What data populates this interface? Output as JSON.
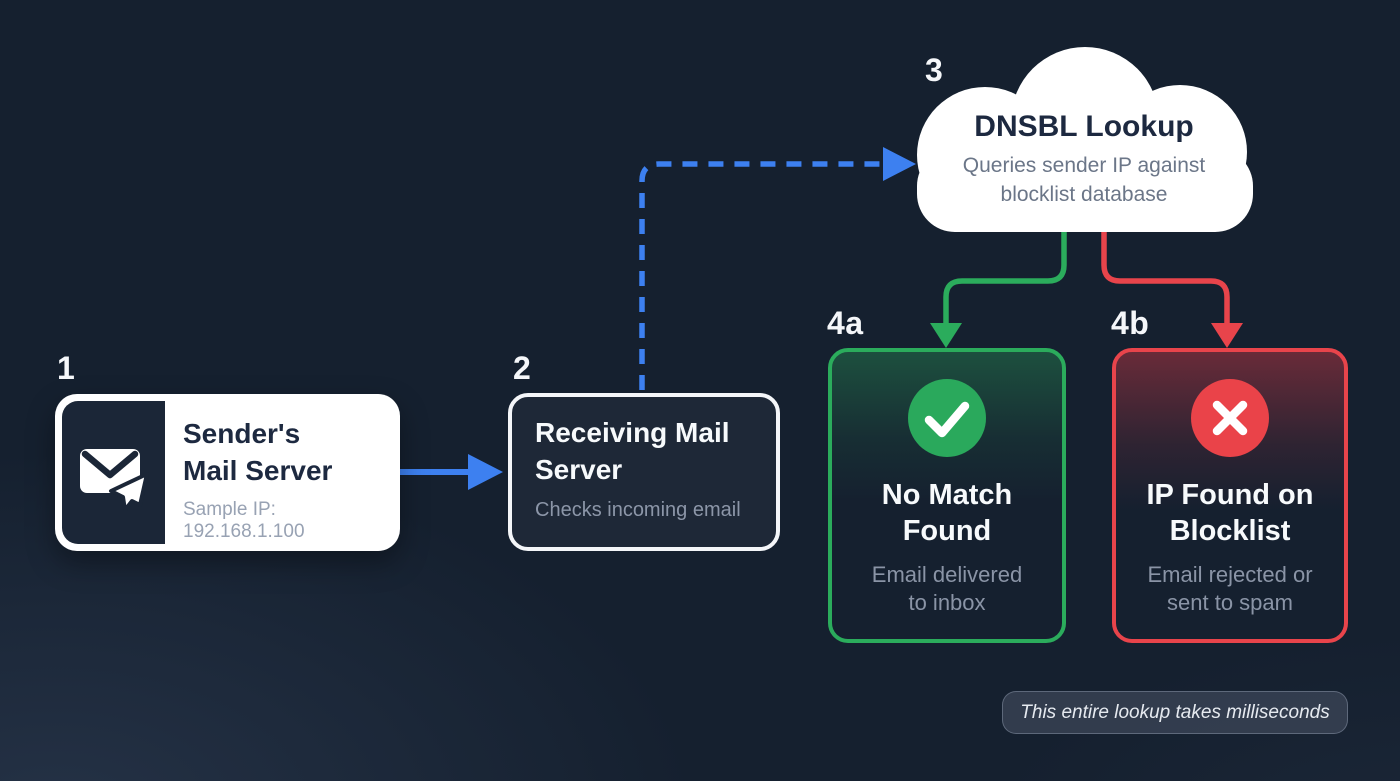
{
  "colors": {
    "background": "#15202F",
    "accent_blue": "#3D80F0",
    "accent_green": "#2BAC5C",
    "accent_red": "#E8444B",
    "node_white": "#FFFFFF",
    "dark_navy_text": "#1D2940",
    "muted_on_dark": "#8C96A8",
    "muted_on_light": "#6B7688"
  },
  "steps": {
    "sender": {
      "num": "1",
      "title_line1": "Sender's",
      "title_line2": "Mail Server",
      "subtitle": "Sample IP: 192.168.1.100",
      "icon": "mail-send-icon"
    },
    "receiver": {
      "num": "2",
      "title_line1": "Receiving Mail",
      "title_line2": "Server",
      "subtitle": "Checks incoming email"
    },
    "lookup": {
      "num": "3",
      "title": "DNSBL Lookup",
      "subtitle_line1": "Queries sender IP against",
      "subtitle_line2": "blocklist database",
      "shape": "cloud"
    },
    "no_match": {
      "num": "4a",
      "title_line1": "No Match",
      "title_line2": "Found",
      "subtitle_line1": "Email delivered",
      "subtitle_line2": "to inbox",
      "icon": "check-circle-icon"
    },
    "blocklisted": {
      "num": "4b",
      "title_line1": "IP Found on",
      "title_line2": "Blocklist",
      "subtitle_line1": "Email rejected or",
      "subtitle_line2": "sent to spam",
      "icon": "x-circle-icon"
    }
  },
  "footnote": {
    "text": "This entire lookup takes milliseconds"
  }
}
